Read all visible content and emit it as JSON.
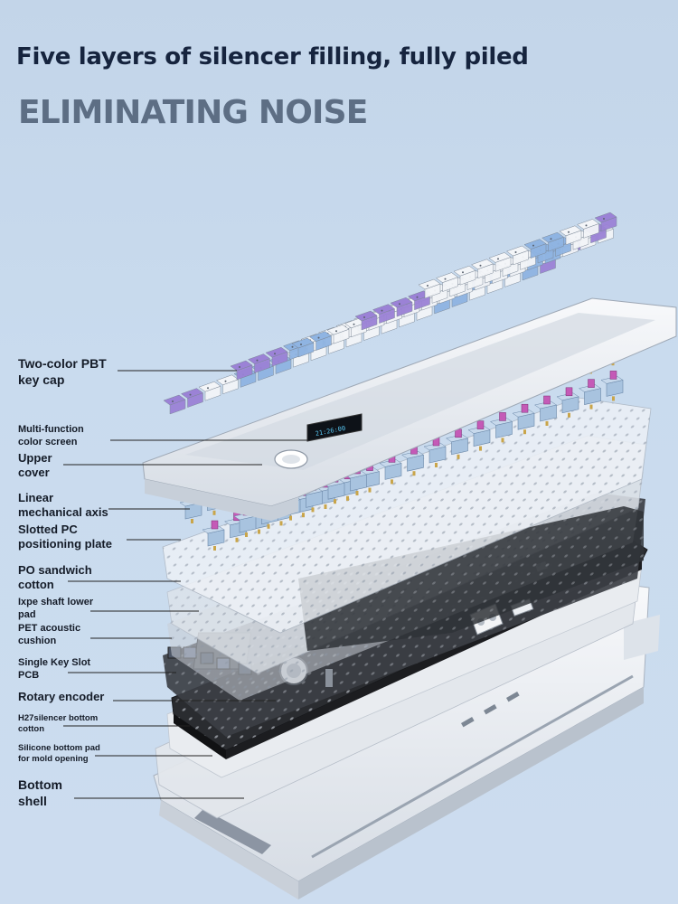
{
  "header": {
    "headline": "Five layers of silencer filling, fully piled",
    "subhead": "ELIMINATING NOISE"
  },
  "screen": {
    "readout": "21:26:00"
  },
  "labels": {
    "keycap": [
      "Two-color PBT",
      "key cap"
    ],
    "screen": [
      "Multi-function",
      "color screen"
    ],
    "upper_cover": [
      "Upper",
      "cover"
    ],
    "switch": [
      "Linear",
      "mechanical axis"
    ],
    "plate": [
      "Slotted PC",
      "positioning plate"
    ],
    "po_cotton": [
      "PO sandwich",
      "cotton"
    ],
    "ixpe": [
      "Ixpe shaft lower",
      "pad"
    ],
    "pet": [
      "PET acoustic",
      "cushion"
    ],
    "pcb": [
      "Single Key Slot",
      "PCB"
    ],
    "encoder": [
      "Rotary encoder"
    ],
    "h27": [
      "H27silencer bottom",
      "cotton"
    ],
    "silicone": [
      "Silicone bottom pad",
      "for mold opening"
    ],
    "bottom_shell": [
      "Bottom",
      "shell"
    ]
  },
  "colors": {
    "background": "#c6d8ec",
    "headline": "#16243e",
    "subhead": "#5d6e84",
    "keycap_white": "#f3f5f8",
    "keycap_blue": "#8fb4e2",
    "keycap_purple": "#9b82d6",
    "switch_housing": "#a8c3df",
    "switch_stem": "#c45ab7",
    "pcb": "#2a2c30",
    "plate": "#e6ecf4",
    "case": "#eef1f5"
  }
}
